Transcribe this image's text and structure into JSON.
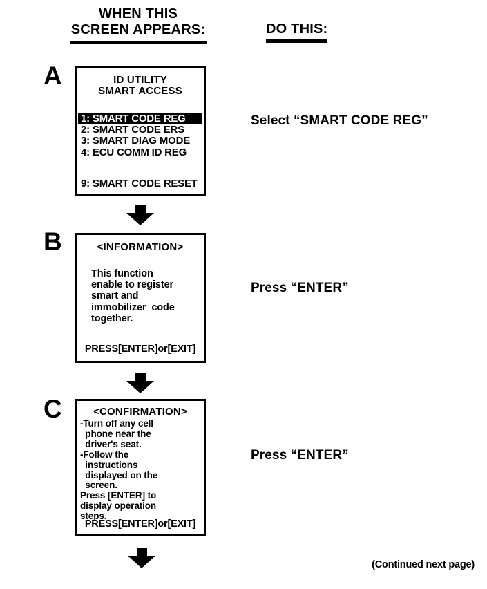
{
  "header": {
    "left_line1": "WHEN THIS",
    "left_line2": "SCREEN APPEARS:",
    "right": "DO THIS:"
  },
  "steps": [
    {
      "label": "A",
      "instruction": "Select “SMART CODE REG”",
      "screen": {
        "title_line1": "ID UTILITY",
        "title_line2": "SMART ACCESS",
        "menu": [
          {
            "text": "1: SMART CODE REG",
            "highlighted": true
          },
          {
            "text": "2: SMART CODE ERS",
            "highlighted": false
          },
          {
            "text": "3: SMART DIAG MODE",
            "highlighted": false
          },
          {
            "text": "4: ECU COMM ID REG",
            "highlighted": false
          }
        ],
        "reset_item": "9: SMART CODE RESET"
      }
    },
    {
      "label": "B",
      "instruction": "Press “ENTER”",
      "screen": {
        "title": "<INFORMATION>",
        "body_lines": [
          "This function",
          "enable to register",
          "smart and",
          "immobilizer  code",
          "together."
        ],
        "footer": "PRESS[ENTER]or[EXIT]"
      }
    },
    {
      "label": "C",
      "instruction": "Press “ENTER”",
      "screen": {
        "title": "<CONFIRMATION>",
        "body_lines": [
          "-Turn off any cell",
          "  phone near the",
          "  driver's seat.",
          "-Follow the",
          "  instructions",
          "  displayed on the",
          "  screen.",
          "Press [ENTER] to",
          "display operation",
          "steps."
        ],
        "footer": "PRESS[ENTER]or[EXIT]"
      }
    }
  ],
  "continuation_note": "(Continued next page)"
}
